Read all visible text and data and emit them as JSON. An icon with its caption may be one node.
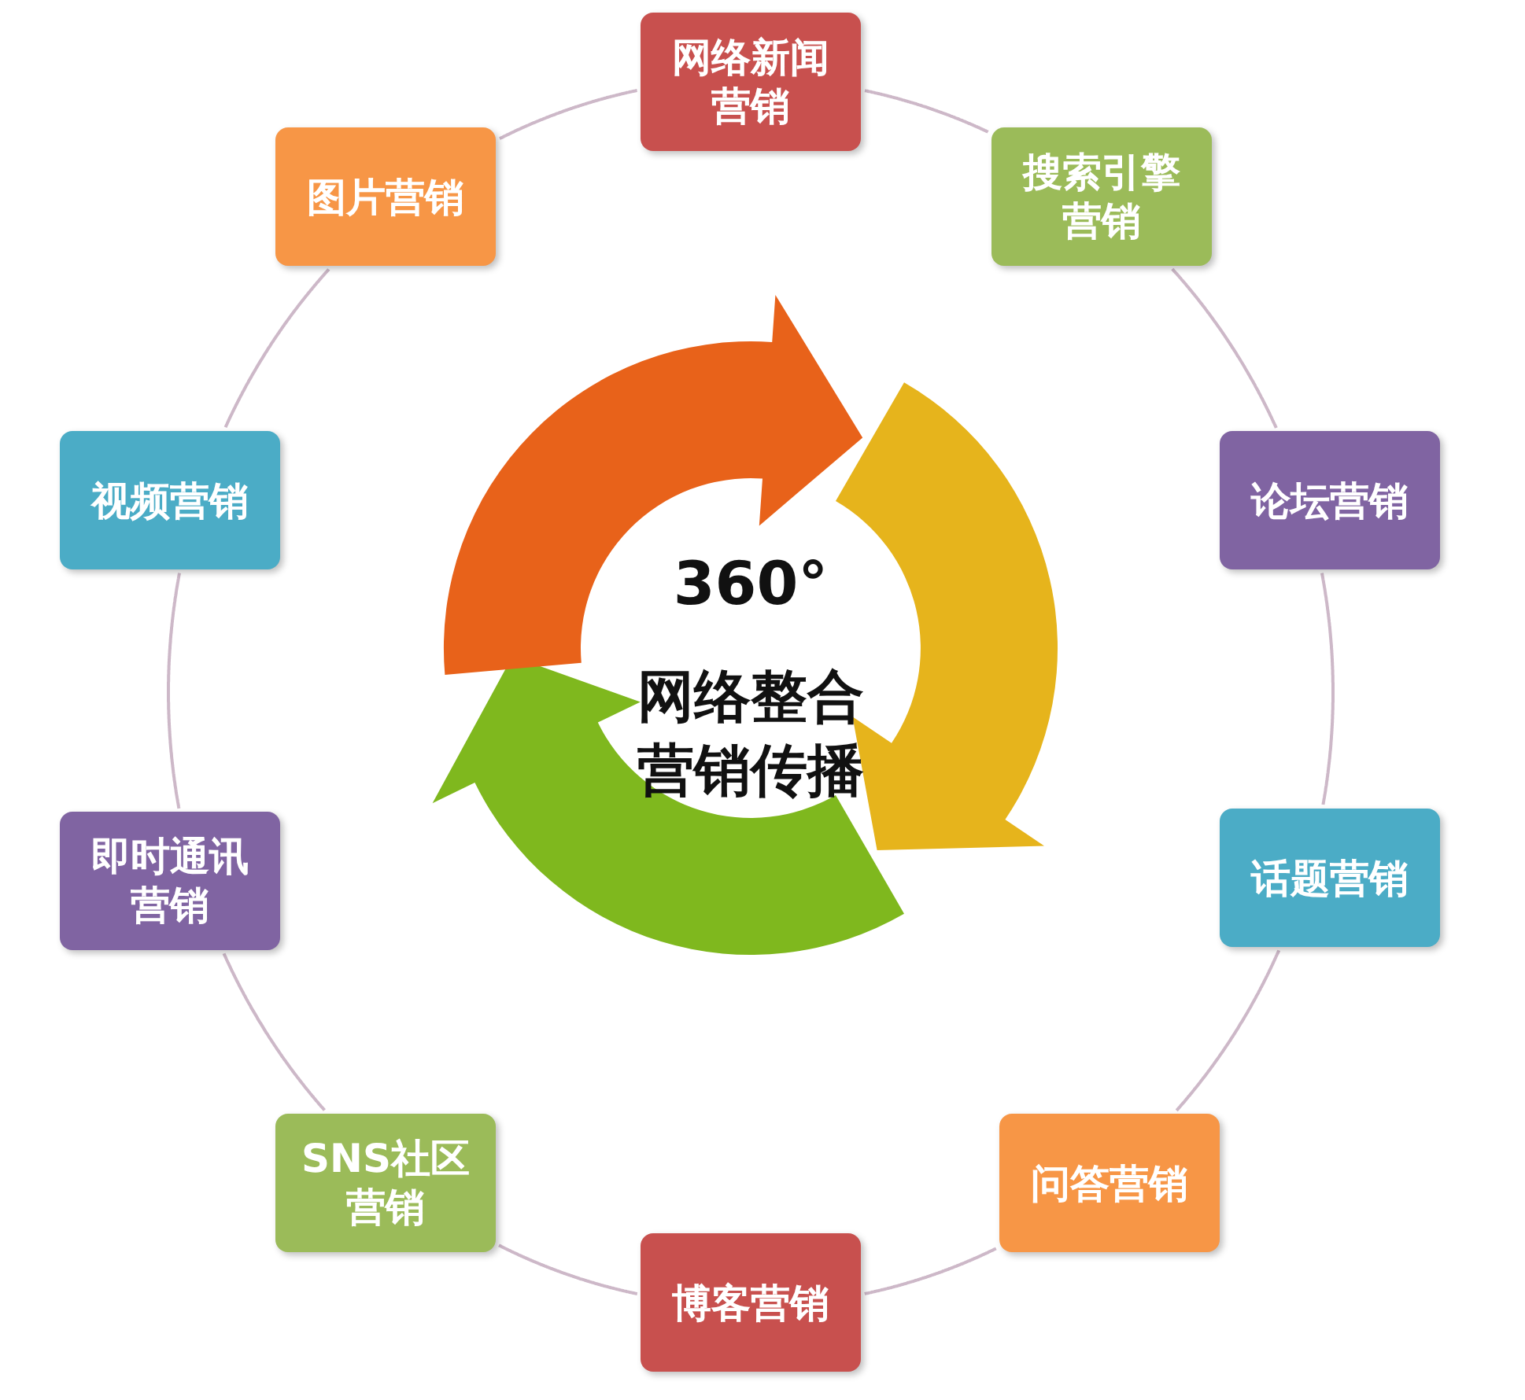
{
  "diagram": {
    "nodes": [
      {
        "text": [
          "网络新闻营销"
        ]
      },
      {
        "text": [
          "搜索引擎营销"
        ]
      },
      {
        "text": [
          "论坛营销"
        ]
      },
      {
        "text": [
          "话题营销"
        ]
      },
      {
        "text": [
          "问答营销"
        ]
      },
      {
        "text": [
          "博客营销"
        ]
      },
      {
        "text": [
          "SNS社区营销"
        ]
      },
      {
        "text": [
          "即时通讯营销"
        ]
      },
      {
        "text": [
          "视频营销"
        ]
      },
      {
        "text": [
          "图片营销"
        ]
      }
    ],
    "edges": [
      {
        "from": 0,
        "to": 1,
        "arrow": "none"
      },
      {
        "from": 1,
        "to": 2,
        "arrow": "none"
      },
      {
        "from": 2,
        "to": 3,
        "arrow": "none"
      },
      {
        "from": 3,
        "to": 4,
        "arrow": "none"
      },
      {
        "from": 4,
        "to": 5,
        "arrow": "none"
      },
      {
        "from": 5,
        "to": 6,
        "arrow": "none"
      },
      {
        "from": 6,
        "to": 7,
        "arrow": "none"
      },
      {
        "from": 7,
        "to": 8,
        "arrow": "none"
      },
      {
        "from": 8,
        "to": 9,
        "arrow": "none"
      },
      {
        "from": 9,
        "to": 0,
        "arrow": "none"
      }
    ],
    "labels": [
      "360°",
      "网络整合营销传播"
    ]
  }
}
